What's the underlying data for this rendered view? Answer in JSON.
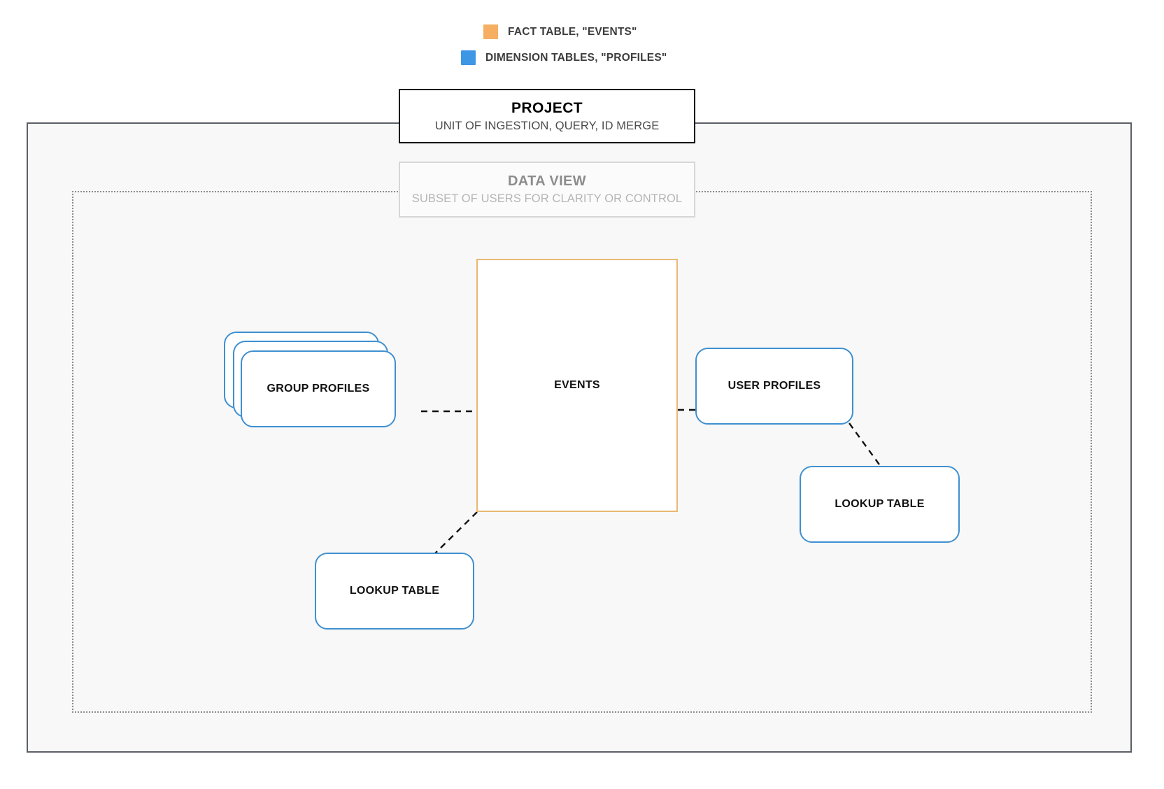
{
  "legend": {
    "items": [
      {
        "label": "FACT TABLE, \"EVENTS\"",
        "color": "#F5AE62",
        "icon": "orange-square-swatch"
      },
      {
        "label": "DIMENSION TABLES, \"PROFILES\"",
        "color": "#3D97E5",
        "icon": "blue-square-swatch"
      }
    ]
  },
  "project": {
    "title": "PROJECT",
    "subtitle": "UNIT OF INGESTION, QUERY, ID MERGE",
    "border_color": "#111111"
  },
  "data_view": {
    "title": "DATA VIEW",
    "subtitle": "SUBSET OF USERS FOR CLARITY OR CONTROL",
    "border_color": "#D6D6D6",
    "text_color": "#8C8C8C"
  },
  "tables": {
    "fact": {
      "label": "EVENTS",
      "border_color": "#E9B873"
    },
    "group_profiles": {
      "label": "GROUP PROFILES",
      "border_color": "#3F90D0",
      "stack_count": 3
    },
    "user_profiles": {
      "label": "USER PROFILES",
      "border_color": "#3F90D0"
    },
    "lookup_left": {
      "label": "LOOKUP TABLE",
      "border_color": "#3F90D0"
    },
    "lookup_right": {
      "label": "LOOKUP TABLE",
      "border_color": "#3F90D0"
    }
  },
  "frames": {
    "outer_border_color": "#5B5F66",
    "outer_fill": "#F8F8F8",
    "inner_border_color": "#8C8C8C"
  },
  "connectors": [
    {
      "from": "group-profiles",
      "to": "events",
      "style": "dashed"
    },
    {
      "from": "events",
      "to": "user-profiles",
      "style": "dashed"
    },
    {
      "from": "events",
      "to": "lookup-left",
      "style": "dashed"
    },
    {
      "from": "user-profiles",
      "to": "lookup-right",
      "style": "dashed"
    }
  ]
}
